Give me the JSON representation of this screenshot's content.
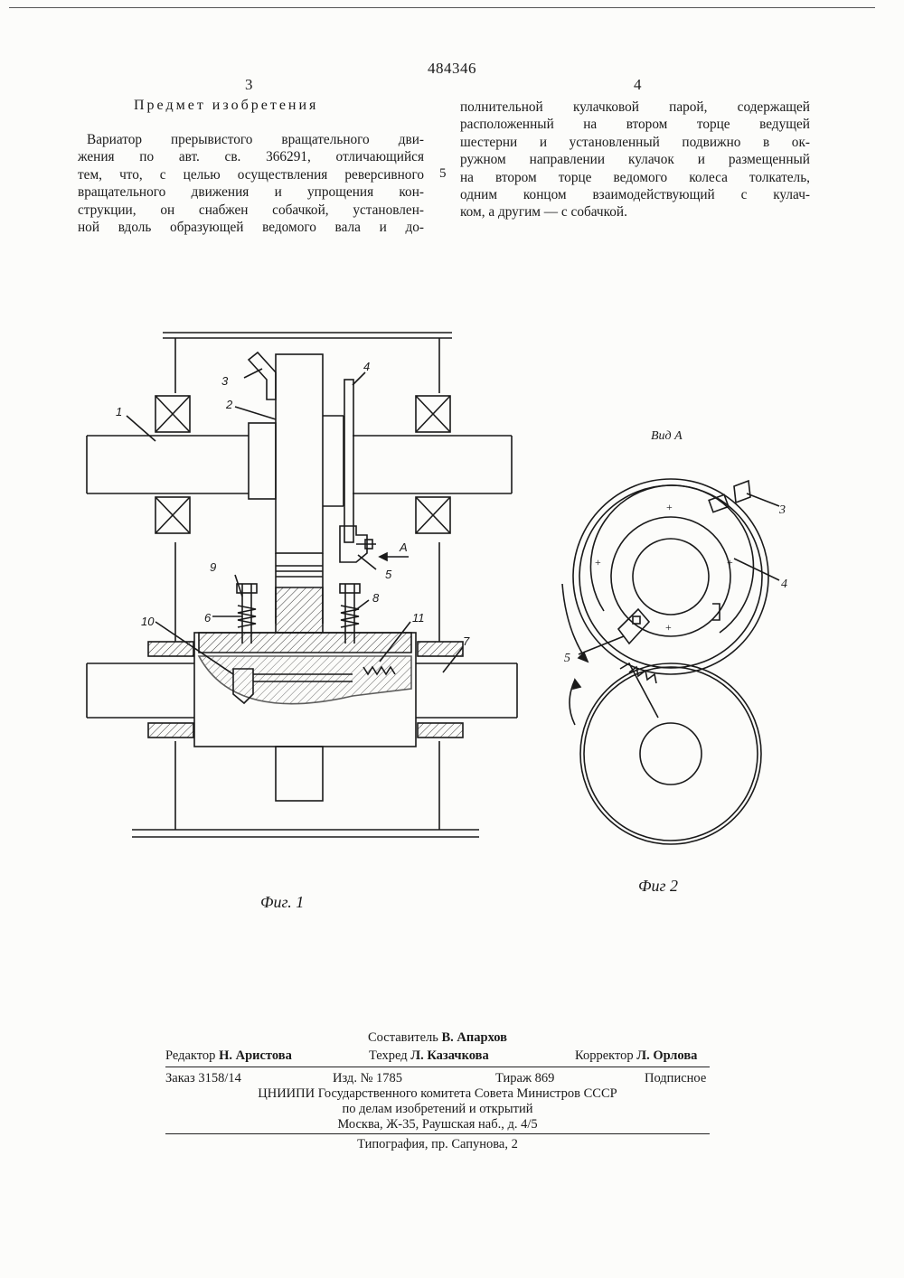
{
  "header": {
    "doc_number": "484346",
    "col_left_number": "3",
    "col_right_number": "4",
    "section_title": "Предмет изобретения"
  },
  "body": {
    "left_lines": [
      "Вариатор прерывистого вращательного дви-",
      "жения по авт. св. 366291, отличающийся",
      "тем, что, с целью осуществления реверсивного",
      "вращательного движения и упрощения кон-",
      "струкции, он снабжен собачкой, установлен-",
      "ной вдоль образующей ведомого вала и до-"
    ],
    "right_lines": [
      "полнительной кулачковой парой, содержащей",
      "расположенный на втором торце ведущей",
      "шестерни и установленный подвижно в ок-",
      "ружном направлении кулачок и размещенный",
      "на втором торце ведомого колеса толкатель,",
      "одним концом взаимодействующий с кулач-",
      "ком, а другим — с собачкой."
    ],
    "line_number": "5"
  },
  "figures": {
    "fig1_caption": "Фиг. 1",
    "fig2_caption": "Фиг 2",
    "view_label": "Вид А",
    "arrow_label": "А",
    "fig1_labels": [
      "1",
      "2",
      "3",
      "4",
      "5",
      "6",
      "7",
      "8",
      "9",
      "10",
      "11"
    ],
    "fig2_labels": [
      "3",
      "4",
      "5"
    ]
  },
  "imprint": {
    "compiler": "Составитель",
    "compiler_name": "В. Апархов",
    "editor": "Редактор",
    "editor_name": "Н. Аристова",
    "techred": "Техред",
    "techred_name": "Л. Казачкова",
    "corrector": "Корректор",
    "corrector_name": "Л. Орлова",
    "order": "Заказ 3158/14",
    "edition": "Изд. № 1785",
    "circulation": "Тираж 869",
    "subscription": "Подписное",
    "org_line1": "ЦНИИПИ Государственного комитета Совета Министров СССР",
    "org_line2": "по делам изобретений и открытий",
    "org_line3": "Москва, Ж-35, Раушская наб., д. 4/5",
    "printer": "Типография, пр. Сапунова, 2"
  }
}
